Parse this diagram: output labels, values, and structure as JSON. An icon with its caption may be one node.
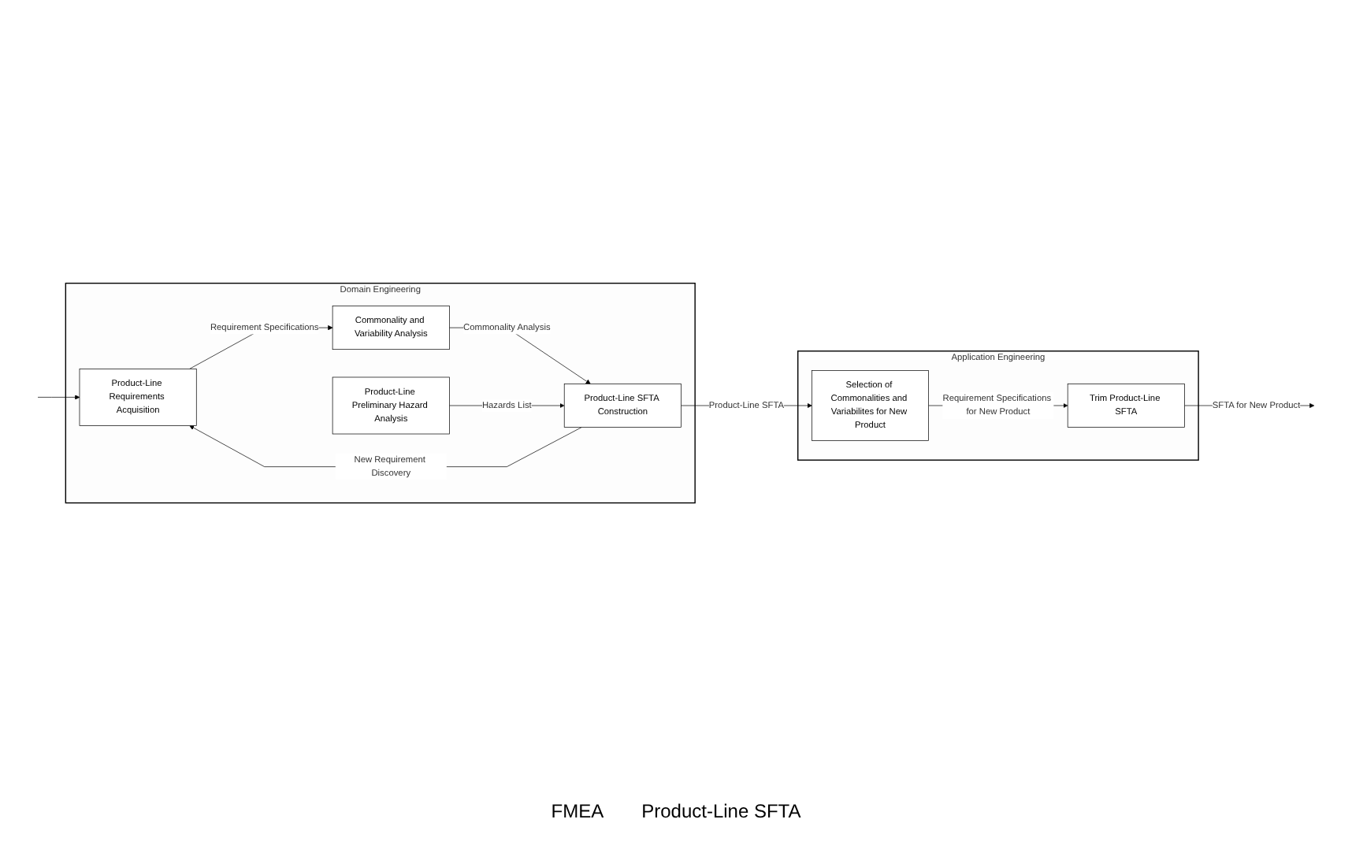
{
  "diagram": {
    "nodes": [
      {
        "text": [
          "Domain Engineering"
        ]
      },
      {
        "text": [
          "Product-Line Requirements Acquisition"
        ],
        "in": 0
      },
      {
        "text": [
          "Commonality and Variability Analysis"
        ],
        "in": 0
      },
      {
        "text": [
          "Product-Line SFTA Construction"
        ],
        "in": 0
      },
      {
        "text": [
          "Product-Line Preliminary Hazard Analysis"
        ],
        "in": 0
      },
      {
        "text": [
          "Application Engineering"
        ]
      },
      {
        "text": [
          "Selection of Commonalities and Variabilites for New Product"
        ],
        "in": 5
      },
      {
        "text": [
          "Trim Product-Line SFTA"
        ],
        "in": 5
      }
    ],
    "edges": [
      {
        "from": null,
        "to": 1,
        "arrow": "to"
      },
      {
        "from": 1,
        "to": 2,
        "label": "Requirement Specifications",
        "arrow": "to"
      },
      {
        "from": 2,
        "to": 3,
        "label": "Commonality Analysis",
        "arrow": "to"
      },
      {
        "from": 4,
        "to": 3,
        "label": "Hazards List",
        "arrow": "to"
      },
      {
        "from": 3,
        "to": 1,
        "label": "New Requirement Discovery",
        "arrow": "to"
      },
      {
        "from": 3,
        "to": 6,
        "label": "Product-Line SFTA",
        "arrow": "to"
      },
      {
        "from": 6,
        "to": 7,
        "label": "Requirement Specifications for New Product",
        "arrow": "to"
      },
      {
        "from": 7,
        "to": null,
        "label": "SFTA for New Product",
        "arrow": "to"
      }
    ],
    "labels": [
      "FMEA",
      "Product-Line SFTA"
    ]
  }
}
